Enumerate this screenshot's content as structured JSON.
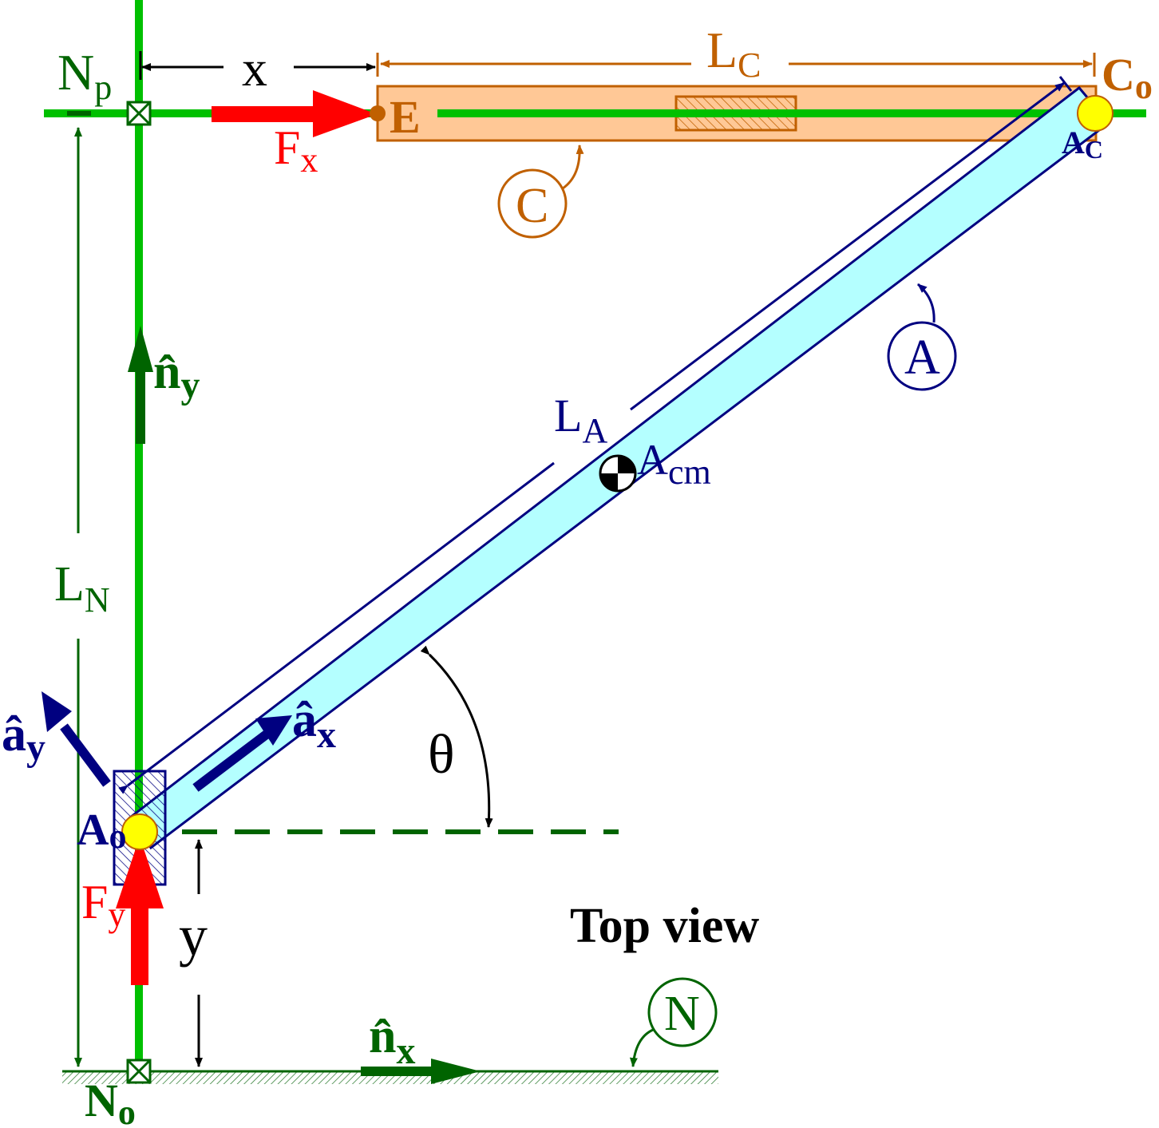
{
  "colors": {
    "green": "#00C000",
    "dark_green": "#006400",
    "brown": "#C06000",
    "body_c_fill": "#FFC896",
    "navy": "#000080",
    "cyan_fill": "#B4FFFF",
    "red": "#FF0000",
    "yellow": "#FFFF00",
    "black": "#000000"
  },
  "labels": {
    "np_main": "N",
    "np_sub": "p",
    "x": "x",
    "lc_main": "L",
    "lc_sub": "C",
    "co_main": "C",
    "co_sub": "o",
    "e": "E",
    "fx_main": "F",
    "fx_sub": "x",
    "c_circle": "C",
    "ac_main": "A",
    "ac_sub": "C",
    "a_circle": "A",
    "ny_main": "n̂",
    "ny_sub": "y",
    "la_main": "L",
    "la_sub": "A",
    "acm_main": "A",
    "acm_sub": "cm",
    "ln_main": "L",
    "ln_sub": "N",
    "ay_main": "â",
    "ay_sub": "y",
    "ax_main": "â",
    "ax_sub": "x",
    "theta": "θ",
    "ao_main": "A",
    "ao_sub": "o",
    "fy_main": "F",
    "fy_sub": "y",
    "y": "y",
    "top_view": "Top view",
    "nx_main": "n̂",
    "nx_sub": "x",
    "n_circle": "N",
    "no_main": "N",
    "no_sub": "o"
  },
  "icons": {
    "pin_joint": "crossed-square-icon",
    "center_of_mass": "center-of-mass-icon",
    "revolute_joint": "yellow-circle-joint-icon",
    "slider": "hatched-slider-icon"
  }
}
